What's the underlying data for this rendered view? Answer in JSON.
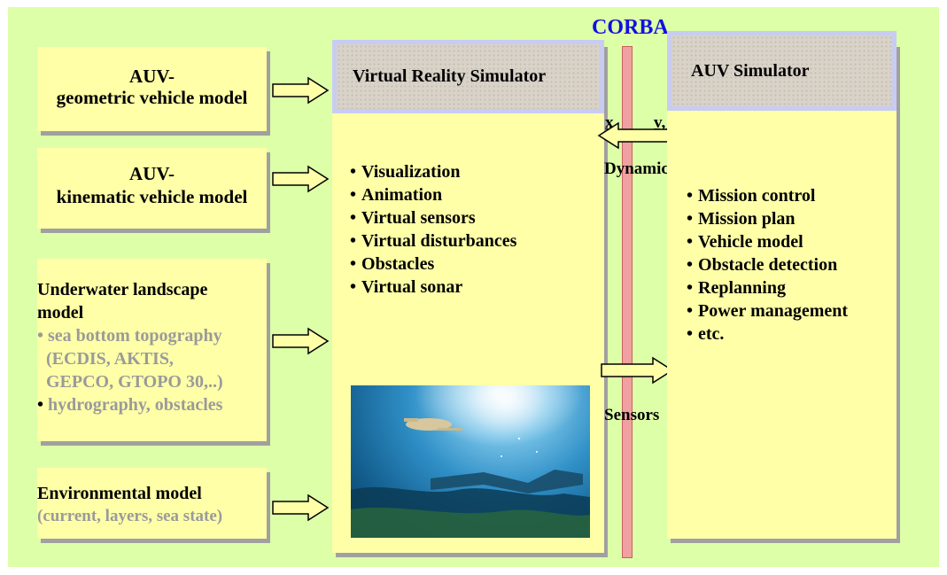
{
  "bus": {
    "label": "CORBA",
    "color": "#1010e0",
    "bar_color": "#f0a0a0",
    "dynamic_label": "Dynamic",
    "sensors_label": "Sensors",
    "x_label": "x",
    "va_label": "v, a"
  },
  "inputs": {
    "geometric": {
      "line1": "AUV-",
      "line2": "geometric vehicle model"
    },
    "kinematic": {
      "line1": "AUV-",
      "line2": "kinematic vehicle model"
    },
    "landscape": {
      "title1": "Underwater landscape",
      "title2": "model",
      "sub1": "• sea bottom topography",
      "sub2": "(ECDIS, AKTIS,",
      "sub3": "GEPCO, GTOPO 30,..)",
      "sub4": "hydrography, obstacles"
    },
    "environment": {
      "title": "Environmental model",
      "sub": "(current, layers, sea state)"
    }
  },
  "vr_simulator": {
    "title": "Virtual Reality Simulator",
    "items": [
      "Visualization",
      "Animation",
      "Virtual sensors",
      "Virtual disturbances",
      "Obstacles",
      "Virtual sonar"
    ]
  },
  "auv_simulator": {
    "title": "AUV Simulator",
    "items": [
      "Mission control",
      "Mission plan",
      "Vehicle model",
      "Obstacle detection",
      "Replanning",
      "Power management",
      "etc."
    ]
  },
  "colors": {
    "background": "#ddffa8",
    "box": "#ffffa8",
    "grey_text": "#9a9a9a",
    "header_border": "#c8ccf2"
  }
}
